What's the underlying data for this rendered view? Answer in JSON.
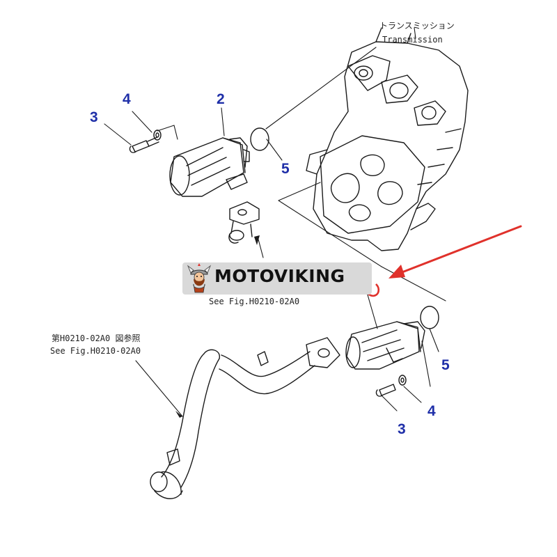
{
  "colors": {
    "callout": "#1f2fa8",
    "line": "#1a1a1a",
    "arrow": "#e0312b",
    "logo_bg": "#d9d9d9",
    "logo_text": "#111111"
  },
  "labels": {
    "transmission_jp": "トランスミッション",
    "transmission_en": "Transmission",
    "see_fig_1": "See Fig.H0210-02A0",
    "ref_jp": "第H0210-02A0 図参照",
    "see_fig_2": "See Fig.H0210-02A0"
  },
  "callouts": {
    "c2": "2",
    "c3_top": "3",
    "c4_top": "4",
    "c5_top": "5",
    "c3_bottom": "3",
    "c4_bottom": "4",
    "c5_bottom": "5"
  },
  "brand": {
    "logo_text": "MOTOVIKING"
  },
  "icons": {
    "mascot": "viking-mascot-icon",
    "pointer": "red-arrow-icon"
  }
}
